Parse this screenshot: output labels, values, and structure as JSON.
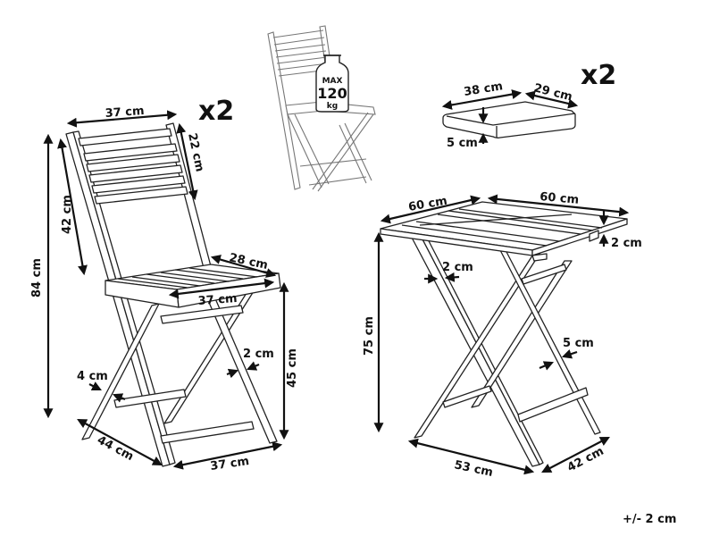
{
  "chair": {
    "quantity": "x2",
    "back_width": "37 cm",
    "back_slat_height": "22 cm",
    "back_height": "42 cm",
    "total_height": "84 cm",
    "seat_depth": "28 cm",
    "seat_width": "37 cm",
    "leg_width": "4 cm",
    "cross_bar_width": "2 cm",
    "seat_height": "45 cm",
    "base_depth": "44 cm",
    "base_width": "37 cm"
  },
  "load_icon": {
    "line1": "MAX",
    "line2": "120",
    "line3": "kg"
  },
  "cushion": {
    "quantity": "x2",
    "width": "38 cm",
    "depth": "29 cm",
    "thickness": "5 cm"
  },
  "table": {
    "top_width": "60 cm",
    "top_depth": "60 cm",
    "top_thickness": "2 cm",
    "leg_thickness": "2 cm",
    "height": "75 cm",
    "leg_width": "5 cm",
    "base_width": "53 cm",
    "base_depth": "42 cm"
  },
  "tolerance": "+/- 2 cm"
}
